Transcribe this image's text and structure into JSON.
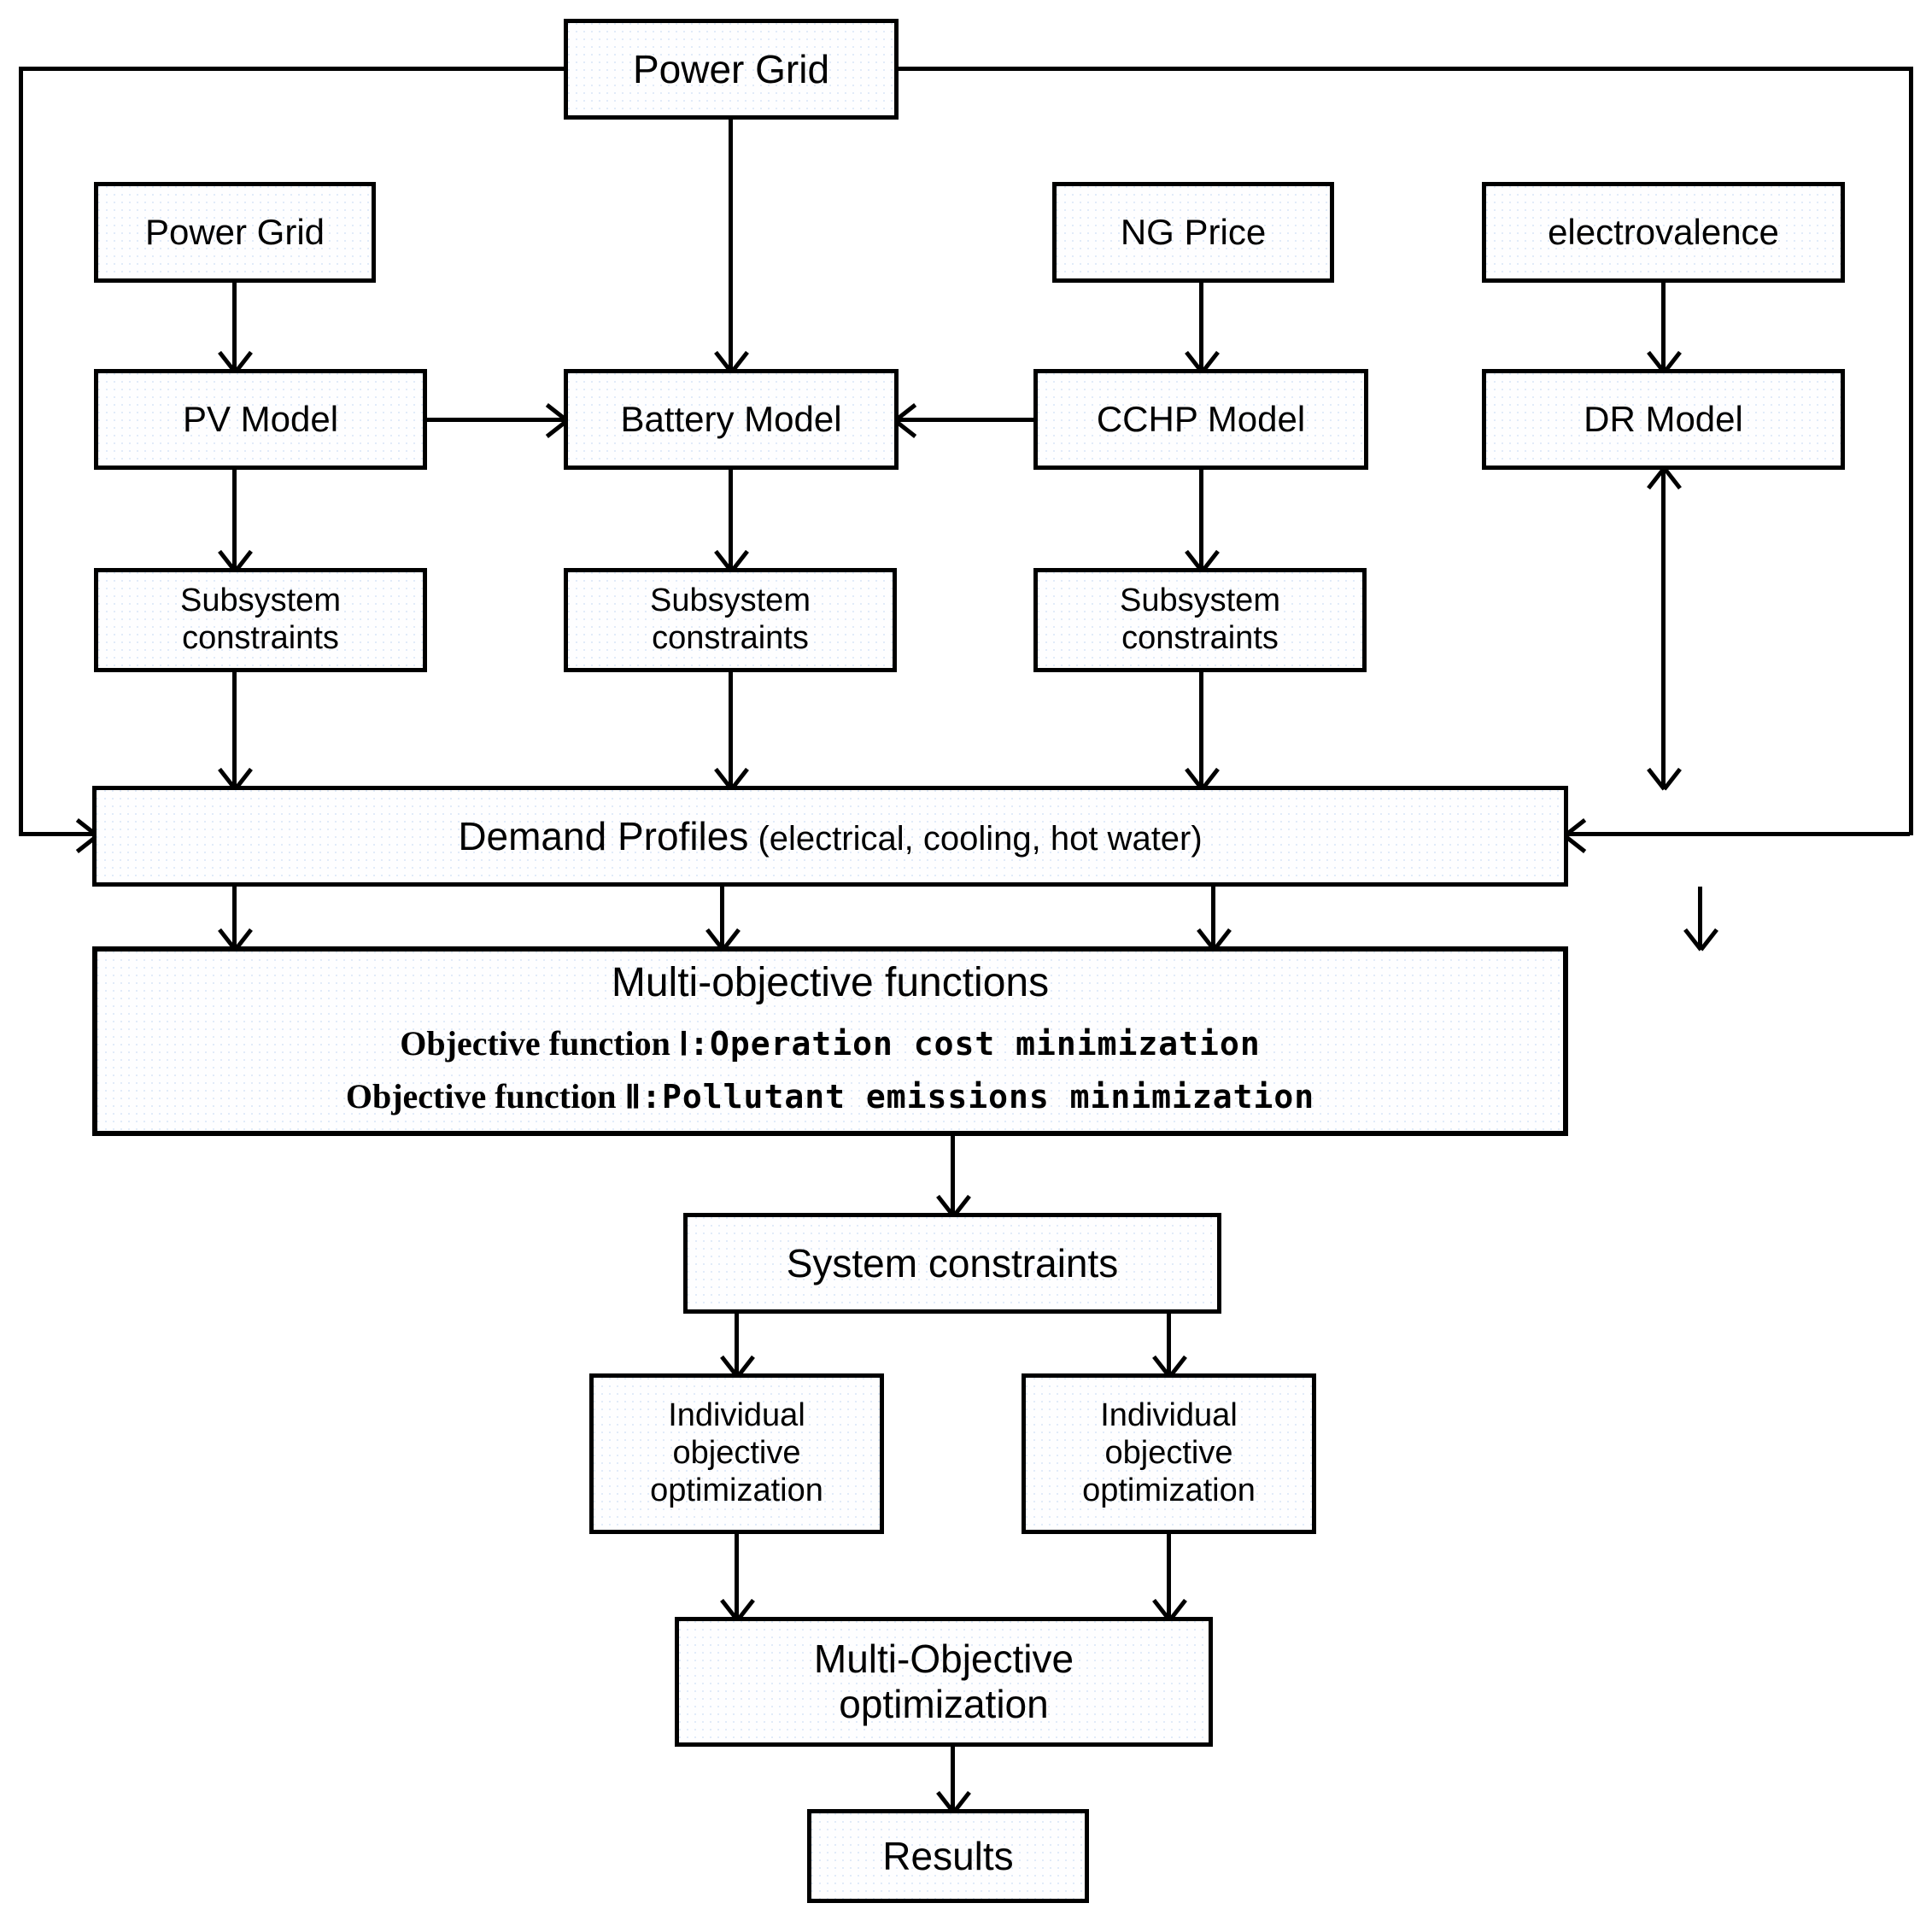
{
  "diagram": {
    "title": "Multi-objective optimization flowchart for an integrated energy system",
    "colors": {
      "line": "#000000",
      "box_fill": "#fefeff",
      "texture_dots": "#78a5e1"
    }
  },
  "nodes": {
    "power_grid_top": "Power Grid",
    "power_grid_source": "Power Grid",
    "ng_price": "NG Price",
    "electrovalence": "electrovalence",
    "pv_model": "PV Model",
    "battery_model": "Battery Model",
    "cchp_model": "CCHP Model",
    "dr_model": "DR Model",
    "subsystem_constraints_1": "Subsystem\nconstraints",
    "subsystem_constraints_2": "Subsystem\nconstraints",
    "subsystem_constraints_3": "Subsystem\nconstraints",
    "demand_profiles_main": "Demand Profiles",
    "demand_profiles_sub": " (electrical, cooling, hot water)",
    "multi_objective_title": "Multi-objective functions",
    "objective_1_head": "Objective function ",
    "objective_1_body": "Ⅰ:Operation cost minimization",
    "objective_2_head": "Objective function ",
    "objective_2_body": "Ⅱ:Pollutant emissions minimization",
    "system_constraints": "System constraints",
    "individual_objective_optimization_1": "Individual\nobjective\noptimization",
    "individual_objective_optimization_2": "Individual\nobjective\noptimization",
    "multi_objective_optimization": "Multi-Objective\noptimization",
    "results": "Results"
  }
}
